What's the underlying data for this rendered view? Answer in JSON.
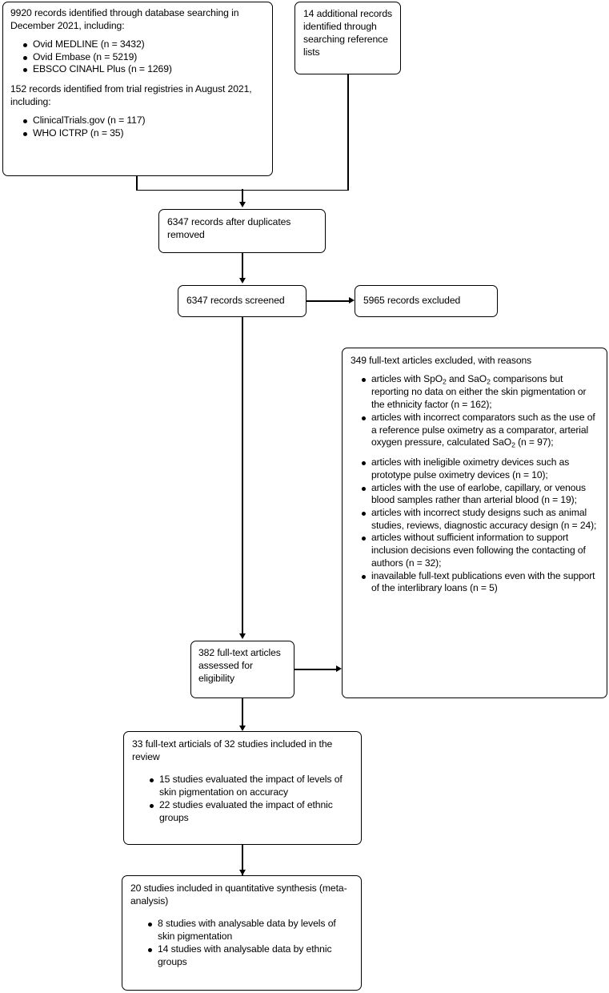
{
  "diagram": {
    "title": "PRISMA study selection flow diagram",
    "stroke_color": "#000000",
    "background_color": "#ffffff"
  },
  "boxes": {
    "identification_databases": {
      "heading": "9920 records identified through database searching in December 2021, including:",
      "sources": [
        "Ovid MEDLINE (n = 3432)",
        "Ovid Embase (n = 5219)",
        "EBSCO CINAHL Plus (n = 1269)"
      ],
      "heading2": "152 records identified from trial registries in August 2021, including:",
      "registries": [
        "ClinicalTrials.gov (n = 117)",
        "WHO ICTRP (n = 35)"
      ]
    },
    "additional_records": {
      "text": "14 additional records identified through searching reference lists"
    },
    "duplicates_removed": {
      "text": "6347 records after duplicates removed"
    },
    "records_screened": {
      "text": "6347 records screened"
    },
    "records_excluded": {
      "text": "5965 records excluded"
    },
    "fulltext_assessed": {
      "text": "382 full-text articles assessed for eligibility"
    },
    "fulltext_excluded": {
      "heading": "349 full-text articles excluded, with reasons",
      "reasons": [
        "articles with SpO2 and SaO2 comparisons but reporting no data on either the skin pigmentation or the ethnicity factor (n = 162);",
        "articles with incorrect comparators such as the use of a reference pulse oximetry as a comparator, arterial oxygen pressure, calculated SaO2 (n = 97);",
        "articles with ineligible oximetry devices such as prototype pulse oximetry devices (n = 10);",
        "articles with the use of earlobe, capillary, or venous blood samples rather than arterial blood (n = 19);",
        "articles with incorrect study designs such as animal studies, reviews, diagnostic accuracy design (n = 24);",
        "articles without sufficient information to support inclusion decisions even following the contacting of authors (n = 32);",
        "inavailable full-text publications even with the support of the interlibrary loans (n = 5)"
      ]
    },
    "included_review": {
      "heading": "33 full-text articials of 32 studies included in the review",
      "items": [
        "15 studies evaluated the impact of levels of skin pigmentation on accuracy",
        "22 studies evaluated the impact of ethnic groups"
      ]
    },
    "included_meta": {
      "heading": "20 studies included in quantitative synthesis (meta-analysis)",
      "items": [
        "8 studies with analysable data by levels of skin pigmentation",
        "14 studies with analysable data by ethnic groups"
      ]
    }
  }
}
